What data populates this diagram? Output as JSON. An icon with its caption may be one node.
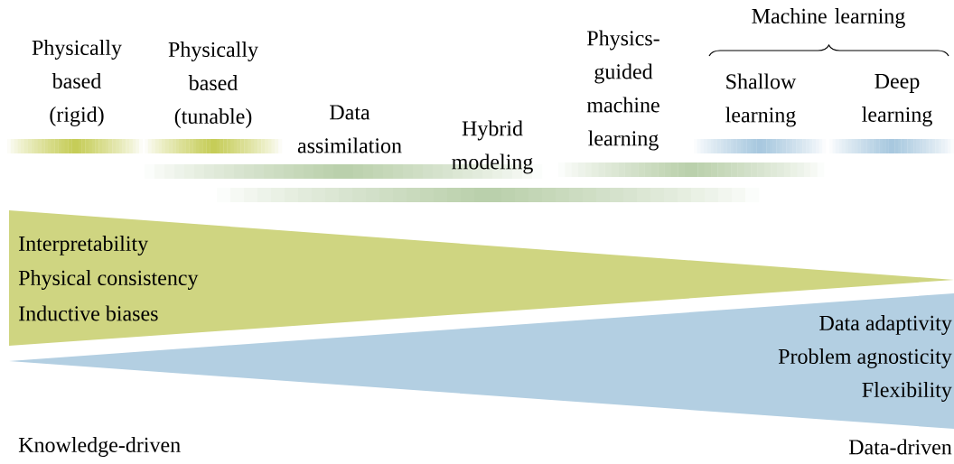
{
  "diagram": {
    "nodes": [
      {
        "text": [
          "Interpretability",
          "Physical consistency",
          "Inductive biases"
        ]
      },
      {
        "text": [
          "Data adaptivity",
          "Problem agnosticity",
          "Flexibility"
        ]
      }
    ],
    "labels": [
      "Physically based (rigid)",
      "Physically based (tunable)",
      "Data assimilation",
      "Hybrid modeling",
      "Physics-guided machine learning",
      "Machine learning",
      "Shallow learning",
      "Deep learning",
      "Knowledge-driven",
      "Data-driven"
    ]
  }
}
